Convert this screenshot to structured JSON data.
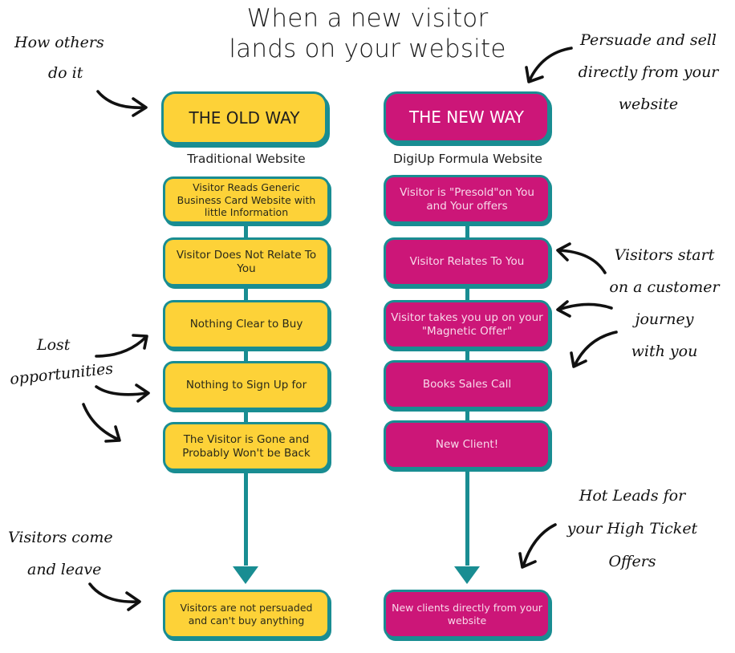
{
  "title": {
    "line1": "When a new visitor",
    "line2": "lands on your website"
  },
  "colors": {
    "old_way_fill": "#fdd238",
    "new_way_fill": "#cc1678",
    "connector": "#198d92",
    "annotation_ink": "#111111"
  },
  "old_way": {
    "header": "THE OLD WAY",
    "subtitle": "Traditional Website",
    "steps": [
      "Visitor Reads Generic Business Card Website with little Information",
      "Visitor Does Not Relate To You",
      "Nothing Clear to Buy",
      "Nothing to Sign Up for",
      "The Visitor is Gone and Probably Won't be Back"
    ],
    "outcome": "Visitors are not persuaded and can't buy anything"
  },
  "new_way": {
    "header": "THE NEW WAY",
    "subtitle": "DigiUp Formula Website",
    "steps": [
      "Visitor is \"Presold\"on You and Your offers",
      "Visitor Relates To You",
      "Visitor takes you up on your \"Magnetic Offer\"",
      "Books Sales Call",
      "New Client!"
    ],
    "outcome": "New clients directly from your website"
  },
  "annotations": {
    "how_others": [
      "How others",
      "do it"
    ],
    "persuade": [
      "Persuade and sell",
      "directly from your",
      "website"
    ],
    "lost": [
      "Lost",
      "opportunities"
    ],
    "journey": [
      "Visitors start",
      "on a customer",
      "journey",
      "with you"
    ],
    "come_leave": [
      "Visitors come",
      "and leave"
    ],
    "hot_leads": [
      "Hot Leads for",
      "your High Ticket",
      "Offers"
    ]
  }
}
